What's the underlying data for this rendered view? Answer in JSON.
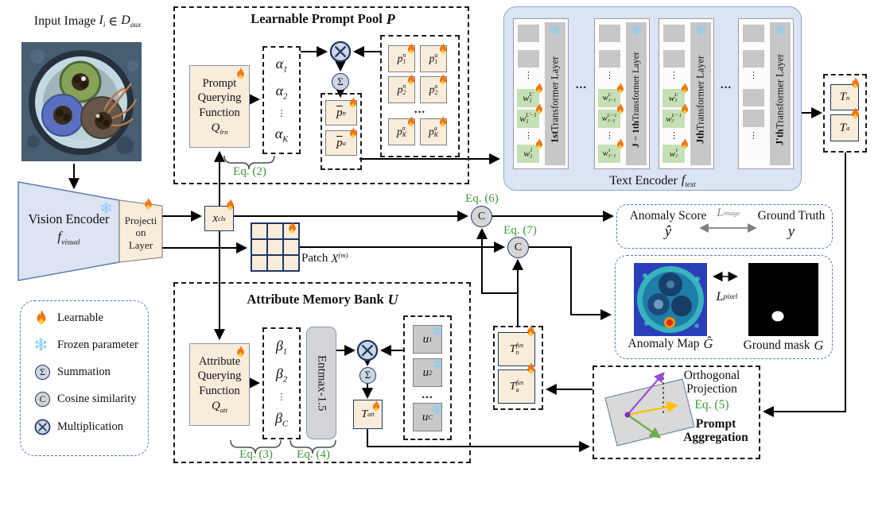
{
  "figure": {
    "glyphs": {
      "sum": "Σ",
      "cos": "C"
    },
    "input": {
      "title": "Input Image",
      "I": {
        "main": "I",
        "sub": "i"
      },
      "element_of": "∈",
      "D": {
        "main": "D",
        "sub": "aux"
      }
    },
    "vision_encoder": {
      "title": "Vision Encoder",
      "f": {
        "main": "f",
        "sub": "visual"
      }
    },
    "projection": {
      "lines": [
        "Projecti",
        "on",
        "Layer"
      ]
    },
    "x_cls": {
      "main": "x",
      "sub": "cls"
    },
    "patch": {
      "prefix": "Patch",
      "X": {
        "main": "X",
        "sup": "(m)"
      }
    },
    "prompt_pool": {
      "title": "Learnable Prompt Pool",
      "symbol": "P",
      "query_fn": {
        "lines": [
          "Prompt",
          "Querying",
          "Function"
        ],
        "Q": {
          "main": "Q",
          "sub": "lrn"
        }
      },
      "alphas": [
        {
          "main": "α",
          "sub": "1"
        },
        {
          "main": "α",
          "sub": "2"
        },
        {
          "main": "α",
          "sub": "K"
        }
      ],
      "vdots": "⋮",
      "hdots": "...",
      "pbar_n": {
        "main": "p",
        "sup": "n",
        "bar": true
      },
      "pbar_a": {
        "main": "p",
        "sup": "a",
        "bar": true
      },
      "pool_items": [
        {
          "main": "p",
          "sub": "1",
          "sup": "n"
        },
        {
          "main": "p",
          "sub": "1",
          "sup": "a"
        },
        {
          "main": "p",
          "sub": "2",
          "sup": "n"
        },
        {
          "main": "p",
          "sub": "2",
          "sup": "a"
        },
        {
          "main": "p",
          "sub": "K",
          "sup": "n"
        },
        {
          "main": "p",
          "sub": "K",
          "sup": "a"
        }
      ]
    },
    "equations": {
      "eq2": "Eq. (2)",
      "eq3": "Eq. (3)",
      "eq4": "Eq. (4)",
      "eq5": "Eq. (5)",
      "eq6": "Eq. (6)",
      "eq7": "Eq. (7)"
    },
    "text_encoder": {
      "caption": "Text Encoder",
      "f": {
        "main": "f",
        "sub": "text"
      },
      "hdots": "...",
      "vdots": "⋮",
      "layers": [
        {
          "ord": "1st",
          "rest": " Transformer Layer",
          "w": [
            {
              "main": "w",
              "sub": "1",
              "sup": "L′"
            },
            {
              "main": "w",
              "sub": "1",
              "sup": "L′−1"
            },
            {
              "main": "w",
              "sub": "1",
              "sup": "1"
            }
          ]
        },
        {
          "ord": "J − 1th",
          "rest": " Transformer Layer",
          "w": [
            {
              "main": "w",
              "sub": "J−1",
              "sup": "L′"
            },
            {
              "main": "w",
              "sub": "J−1",
              "sup": "L′−1"
            },
            {
              "main": "w",
              "sub": "J−1",
              "sup": "1"
            }
          ]
        },
        {
          "ord": "Jth",
          "rest": " Transformer Layer",
          "w": [
            {
              "main": "w",
              "sub": "J",
              "sup": "L′"
            },
            {
              "main": "w",
              "sub": "J",
              "sup": "L′−1"
            },
            {
              "main": "w",
              "sub": "J",
              "sup": "1"
            }
          ]
        },
        {
          "ord": "J′th",
          "rest": " Transformer Layer",
          "w": []
        }
      ]
    },
    "t_out": {
      "n": {
        "main": "T",
        "sub": "n"
      },
      "a": {
        "main": "T",
        "sub": "a"
      }
    },
    "score_panel": {
      "label": "Anomaly Score",
      "yhat": {
        "main": "ŷ"
      },
      "loss": {
        "main": "L",
        "sub": "image"
      },
      "gt_label": "Ground Truth",
      "y": {
        "main": "y"
      }
    },
    "map_panel": {
      "map_label": "Anomaly Map",
      "Ghat": {
        "main": "Ĝ"
      },
      "loss": {
        "main": "L",
        "sub": "pixel"
      },
      "mask_label": "Ground mask",
      "G": {
        "main": "G"
      }
    },
    "memory_bank": {
      "title": "Attribute Memory Bank",
      "symbol": "U",
      "query_fn": {
        "lines": [
          "Attribute",
          "Querying",
          "Function"
        ],
        "Q": {
          "main": "Q",
          "sub": "att"
        }
      },
      "betas": [
        {
          "main": "β",
          "sub": "1"
        },
        {
          "main": "β",
          "sub": "2"
        },
        {
          "main": "β",
          "sub": "C"
        }
      ],
      "vdots": "⋮",
      "hdots": "...",
      "entmax": "Entmax-1.5",
      "T_att": {
        "main": "T",
        "sub": "att"
      },
      "u_items": [
        {
          "main": "u",
          "sub": "1"
        },
        {
          "main": "u",
          "sub": "2"
        },
        {
          "main": "u",
          "sub": "C"
        }
      ]
    },
    "t_fus": {
      "n": {
        "main": "T",
        "sub": "n",
        "sup": "fus"
      },
      "a": {
        "main": "T",
        "sub": "a",
        "sup": "fus"
      }
    },
    "aggregation": {
      "line1": "Orthogonal",
      "line2": "Projection",
      "bold1": "Prompt",
      "bold2": "Aggregation"
    },
    "legend": {
      "items": [
        {
          "icon": "fire",
          "label": "Learnable"
        },
        {
          "icon": "snow",
          "label": "Frozen parameter"
        },
        {
          "icon": "sum",
          "label": "Summation"
        },
        {
          "icon": "cos",
          "label": "Cosine similarity"
        },
        {
          "icon": "mult",
          "label": "Multiplication"
        }
      ]
    },
    "colors": {
      "eq_green": "#3a9639",
      "beige": "#f8ecdb",
      "navy": "#203864",
      "panel_blue": "#dbe4f4",
      "token_green": "#c5e0b4",
      "gray": "#c7c7c7",
      "legend_border": "#5a74c2",
      "vector_purple": "#9a4fd4",
      "vector_yellow": "#ffc000",
      "vector_green": "#70ad47"
    }
  }
}
